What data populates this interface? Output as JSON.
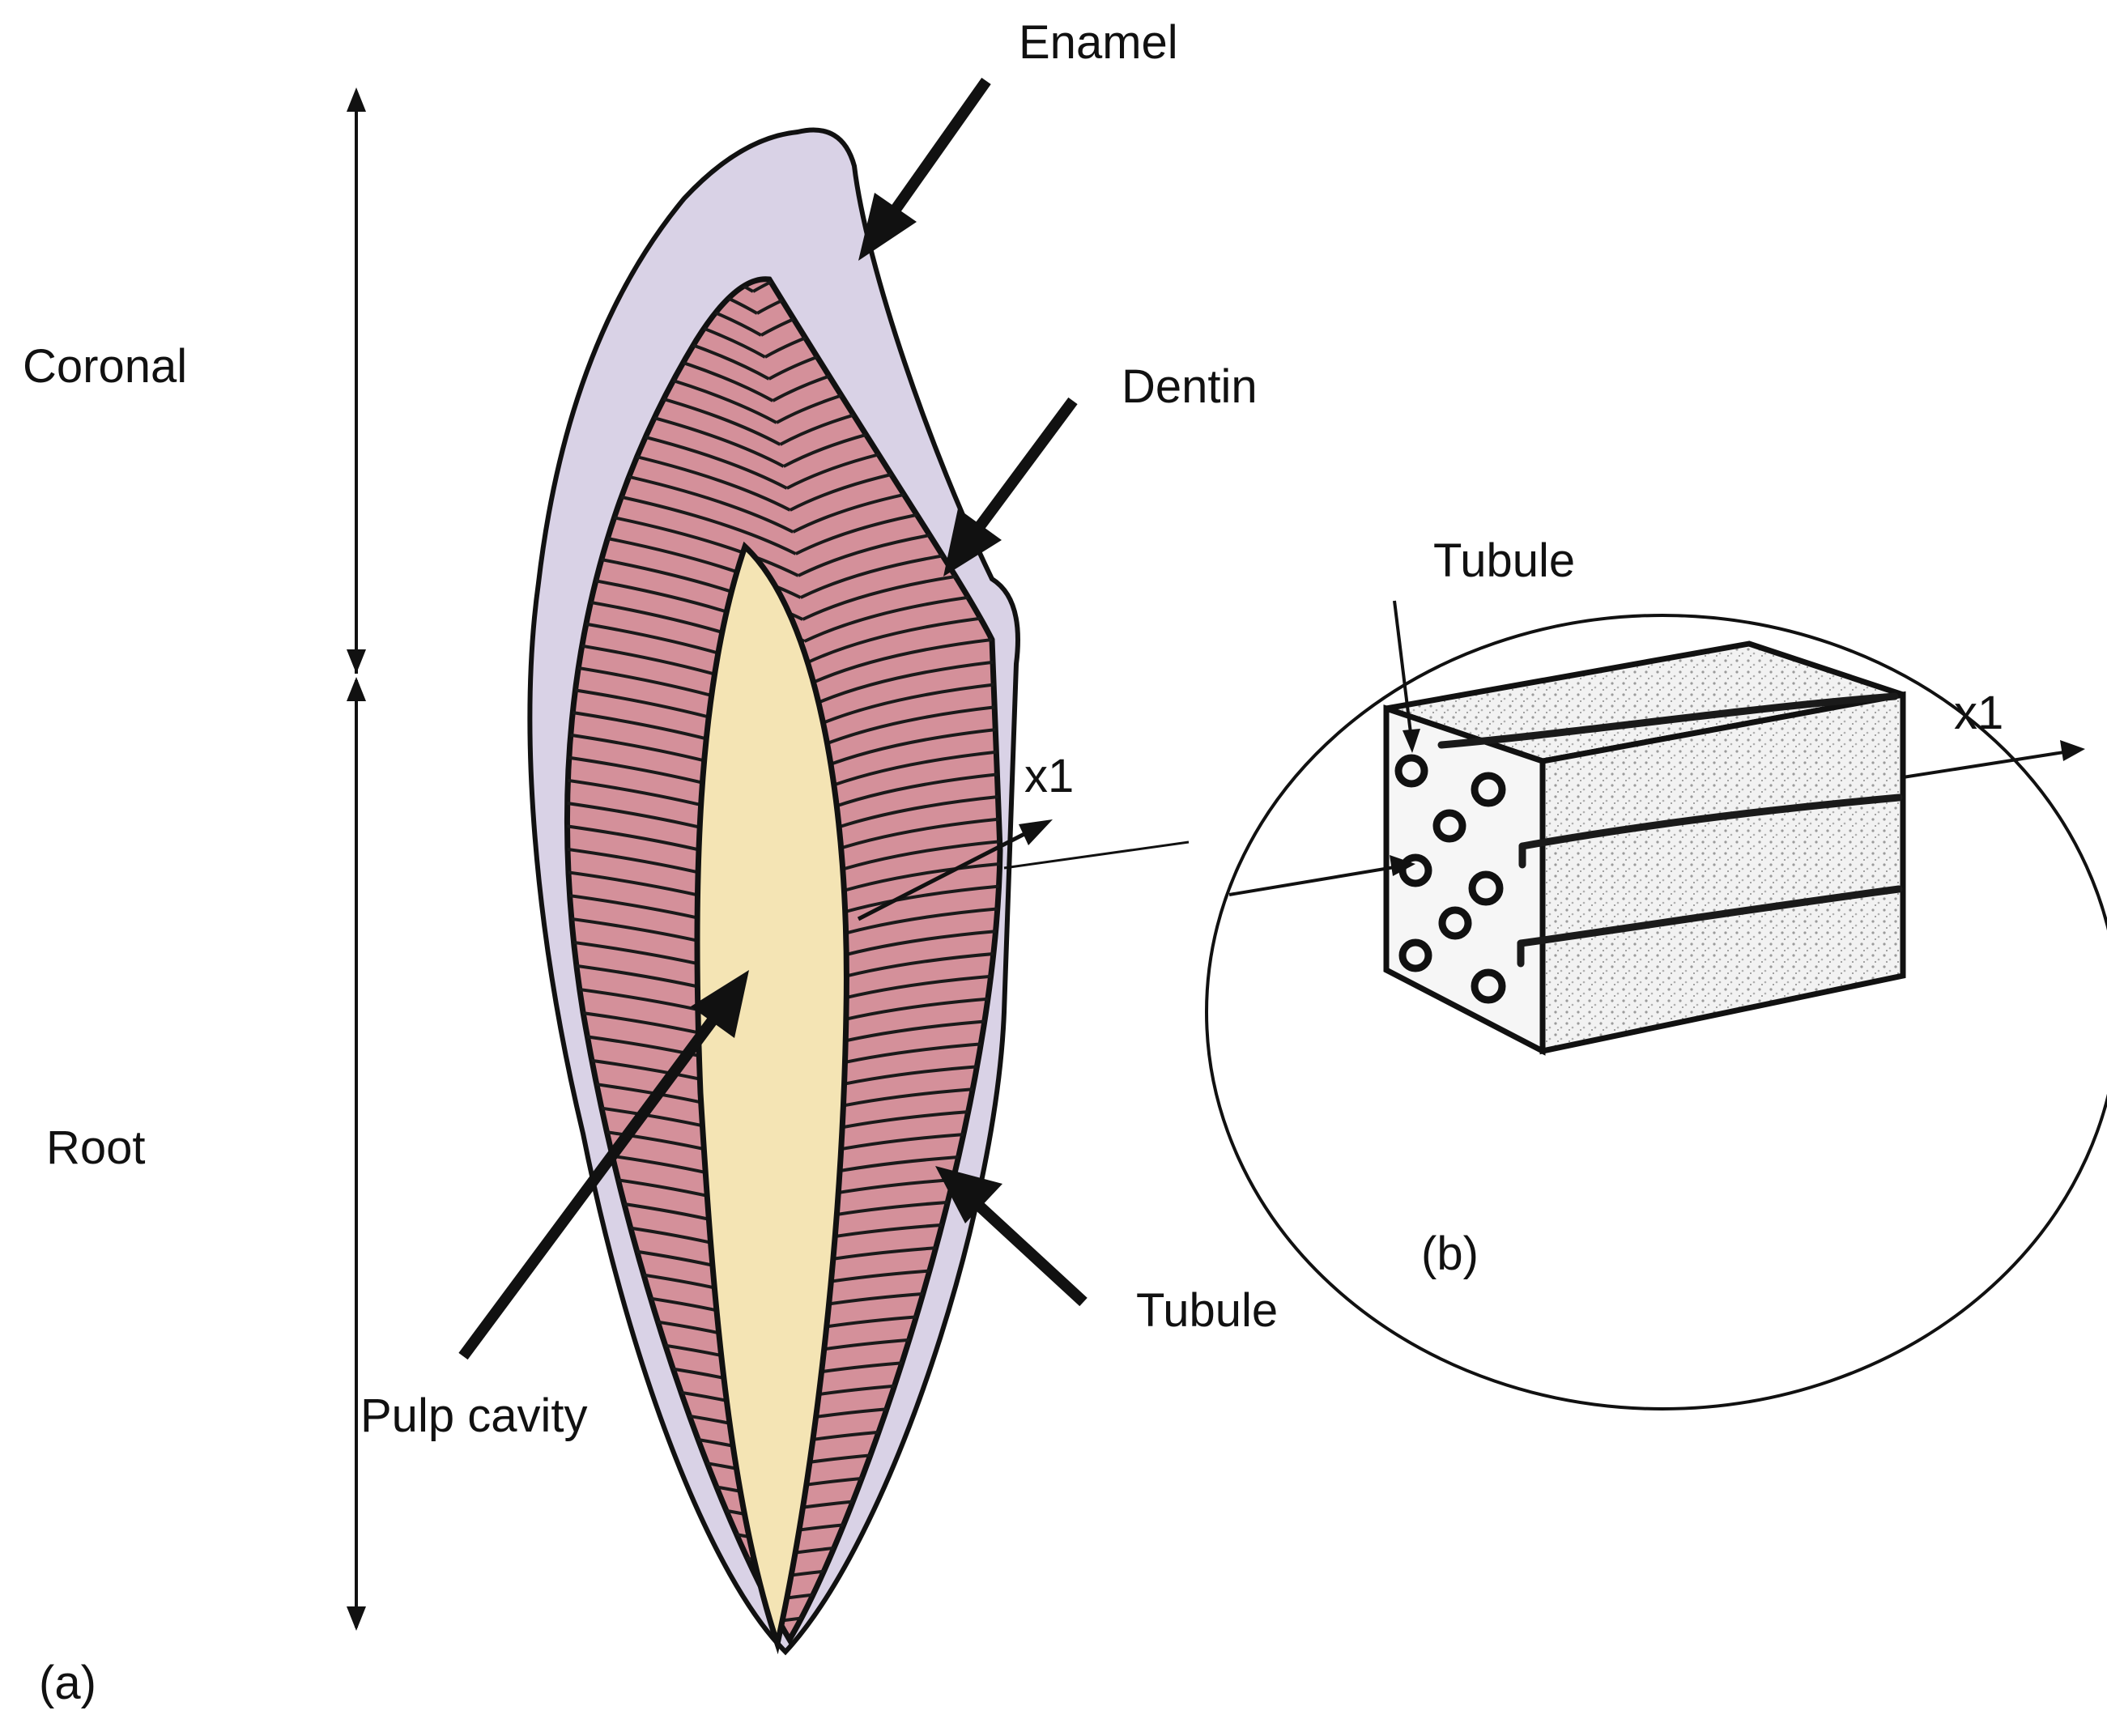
{
  "labels": {
    "enamel": "Enamel",
    "dentin": "Dentin",
    "coronal": "Coronal",
    "root": "Root",
    "x1_tooth": "x1",
    "tubule_inset": "Tubule",
    "x1_inset": "x1",
    "tubule_tooth": "Tubule",
    "pulp_cavity": "Pulp cavity",
    "panel_a": "(a)",
    "panel_b": "(b)"
  },
  "colors": {
    "enamel": "#d9d2e6",
    "dentin": "#d4909a",
    "pulp": "#f4e4b4",
    "outline": "#111111",
    "block": "#e8e8e8"
  }
}
